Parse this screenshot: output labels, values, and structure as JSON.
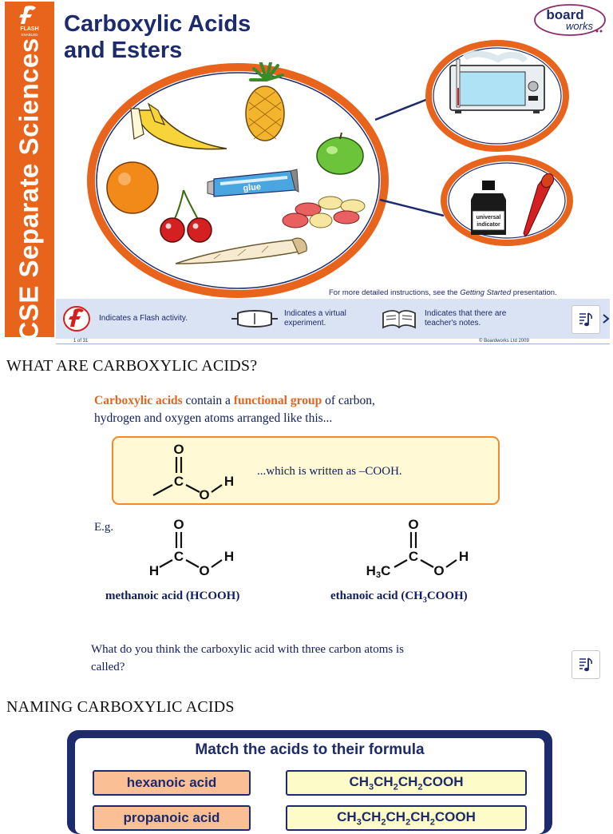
{
  "slide1": {
    "side_banner": "GCSE Separate Sciences",
    "flash_badge": [
      "FLASH",
      "ENABLED"
    ],
    "title_line1": "Carboxylic Acids",
    "title_line2": "and Esters",
    "logo_line1": "board",
    "logo_line2": "works",
    "glue_label": "glue",
    "indicator_label_line1": "universal",
    "indicator_label_line2": "indicator",
    "instructions_prefix": "For more detailed instructions, see the ",
    "instructions_italic": "Getting Started",
    "instructions_suffix": " presentation.",
    "footer": {
      "flash_line1": "Indicates a Flash activity.",
      "virtual_line1": "Indicates a virtual",
      "virtual_line2": "experiment.",
      "notes_line1": "Indicates that there are",
      "notes_line2": "teacher's notes."
    },
    "slide_number": "1 of 31",
    "copyright": "© Boardworks Ltd 2009"
  },
  "heading2": "WHAT ARE CARBOXYLIC ACIDS?",
  "slide2": {
    "intro_hl1": "Carboxylic acids",
    "intro_mid": " contain a ",
    "intro_hl2": "functional group",
    "intro_end": " of carbon,",
    "intro_line2": "hydrogen and oxygen atoms arranged like this...",
    "written_as": "...which is written as –COOH.",
    "eg": "E.g.",
    "methanoic_label": "methanoic acid (HCOOH)",
    "ethanoic_label_pre": "ethanoic acid (CH",
    "ethanoic_label_sub": "3",
    "ethanoic_label_post": "COOH)",
    "question_line1": "What do you think the carboxylic acid with three carbon atoms is",
    "question_line2": "called?",
    "atoms": {
      "O": "O",
      "C": "C",
      "H": "H",
      "H3C": "H3C"
    }
  },
  "heading3": "NAMING CARBOXYLIC ACIDS",
  "slide3": {
    "title": "Match the acids to their formula",
    "acids": [
      "hexanoic acid",
      "propanoic acid"
    ],
    "formulas": [
      "CH3CH2CH2COOH",
      "CH3CH2CH2CH2COOH"
    ]
  },
  "colors": {
    "orange": "#e8641c",
    "navy": "#1d2a6b",
    "box_fill": "#fff9d6"
  }
}
